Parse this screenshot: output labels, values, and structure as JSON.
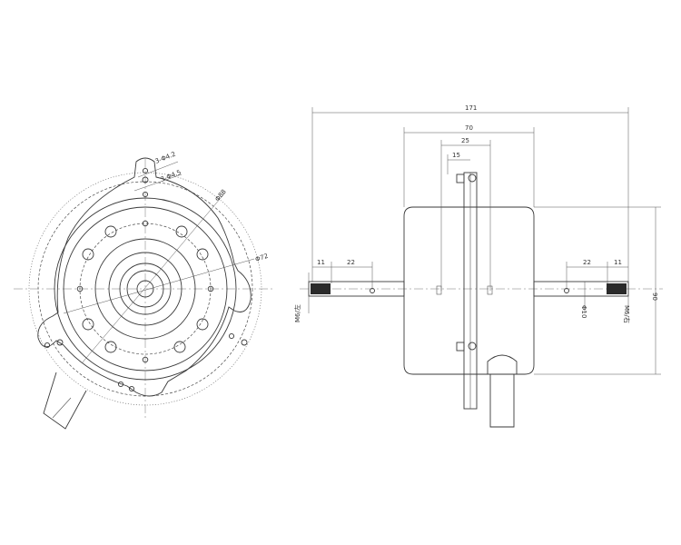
{
  "front_view": {
    "labels": {
      "holes_small": "3-Φ4.2",
      "holes_large": "3-Φ4.5",
      "dia_outer": "Φ88",
      "dia_inner": "Φ72"
    }
  },
  "side_view": {
    "dims": {
      "overall_length": "171",
      "body_length": "70",
      "flange_width": "25",
      "flange_offset": "15",
      "left_thread_len": "11",
      "left_shaft_len": "22",
      "right_shaft_len": "22",
      "right_thread_len": "11",
      "body_height": "90",
      "shaft_dia": "Φ10",
      "left_thread": "M6/左",
      "right_thread": "M6/右"
    }
  },
  "colors": {
    "line": "#3a3a3a",
    "knurl": "#2a2a2a"
  }
}
